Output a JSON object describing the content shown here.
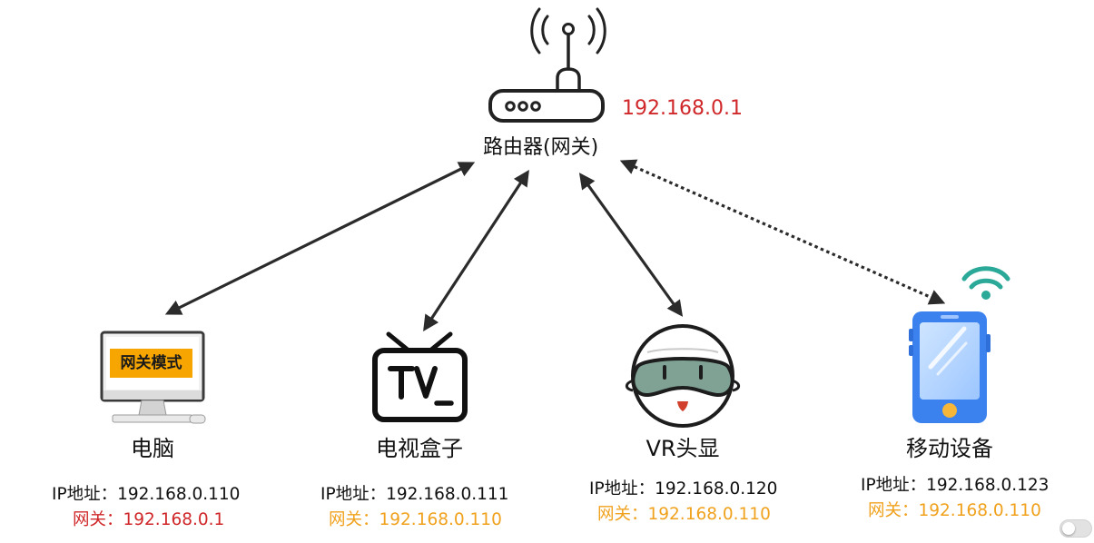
{
  "router": {
    "icon": "router-icon",
    "label": "路由器(网关)",
    "ip": "192.168.0.1",
    "ip_color": "#d0282a"
  },
  "devices": [
    {
      "name": "电脑",
      "icon": "desktop-monitor-icon",
      "screen_badge": "网关模式",
      "ip_line": "IP地址：192.168.0.110",
      "gateway_line": "网关：192.168.0.1",
      "gateway_color": "#d0282a",
      "link": "solid"
    },
    {
      "name": "电视盒子",
      "icon": "tv-icon",
      "ip_line": "IP地址：192.168.0.111",
      "gateway_line": "网关：192.168.0.110",
      "gateway_color": "#f0a21e",
      "link": "solid"
    },
    {
      "name": "VR头显",
      "icon": "vr-headset-icon",
      "ip_line": "IP地址：192.168.0.120",
      "gateway_line": "网关：192.168.0.110",
      "gateway_color": "#f0a21e",
      "link": "solid"
    },
    {
      "name": "移动设备",
      "icon": "smartphone-icon",
      "wifi_icon": "wifi-icon",
      "ip_line": "IP地址：192.168.0.123",
      "gateway_line": "网关：192.168.0.110",
      "gateway_color": "#f0a21e",
      "link": "dotted"
    }
  ],
  "colors": {
    "arrow": "#2b2b2b",
    "badge_bg": "#f7a500",
    "wifi": "#2aa898",
    "phone_blue": "#3b82ee",
    "phone_button": "#f5b63a",
    "vr_visor": "#7fa294"
  },
  "toggle": {
    "state": "off",
    "icon": "toggle-switch"
  }
}
